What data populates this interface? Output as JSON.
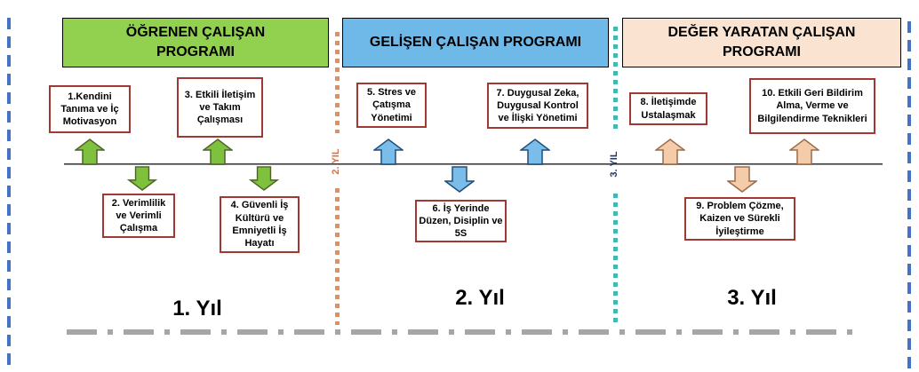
{
  "palette": {
    "green_header": "#92D050",
    "blue_header": "#6FB9E8",
    "peach_header": "#FBE3D1",
    "green_arrow_fill": "#7EC13D",
    "green_arrow_stroke": "#4F6228",
    "blue_arrow_fill": "#7ABDEB",
    "blue_arrow_stroke": "#1F4E79",
    "peach_arrow_fill": "#F5CCAA",
    "peach_arrow_stroke": "#9C6A49",
    "topic_box_border": "#A03834",
    "frame_dash_blue": "#4472C4",
    "year2_dots_orange": "#DA9166",
    "year3_dots_teal": "#45B6B2",
    "year2_label_color": "#C9764F",
    "year3_label_color": "#1F3864",
    "axis_gray": "#808080",
    "bottom_dash_gray": "#A6A6A6"
  },
  "programs": [
    {
      "title": "ÖĞRENEN ÇALIŞAN PROGRAMI"
    },
    {
      "title": "GELİŞEN ÇALIŞAN PROGRAMI"
    },
    {
      "title": "DEĞER YARATAN ÇALIŞAN PROGRAMI"
    }
  ],
  "topics": [
    {
      "label": "1.Kendini Tanıma ve İç Motivasyon",
      "position": "above-timeline",
      "program": 1
    },
    {
      "label": "2. Verimlilik ve Verimli Çalışma",
      "position": "below-timeline",
      "program": 1
    },
    {
      "label": "3. Etkili İletişim ve Takım Çalışması",
      "position": "above-timeline",
      "program": 1
    },
    {
      "label": "4. Güvenli İş Kültürü ve Emniyetli İş Hayatı",
      "position": "below-timeline",
      "program": 1
    },
    {
      "label": "5. Stres ve Çatışma Yönetimi",
      "position": "above-timeline",
      "program": 2
    },
    {
      "label": "6. İş Yerinde Düzen, Disiplin ve 5S",
      "position": "below-timeline",
      "program": 2
    },
    {
      "label": "7. Duygusal Zeka, Duygusal Kontrol ve İlişki Yönetimi",
      "position": "above-timeline",
      "program": 2
    },
    {
      "label": "8. İletişimde Ustalaşmak",
      "position": "above-timeline",
      "program": 3
    },
    {
      "label": "9. Problem Çözme, Kaizen ve Sürekli İyileştirme",
      "position": "below-timeline",
      "program": 3
    },
    {
      "label": "10. Etkili Geri Bildirim Alma, Verme ve Bilgilendirme Teknikleri",
      "position": "above-timeline",
      "program": 3
    }
  ],
  "year_labels": [
    {
      "label": "1. Yıl"
    },
    {
      "label": "2. Yıl"
    },
    {
      "label": "3. Yıl"
    }
  ],
  "separators": [
    {
      "label": "2. YIL"
    },
    {
      "label": "3. YIL"
    }
  ]
}
